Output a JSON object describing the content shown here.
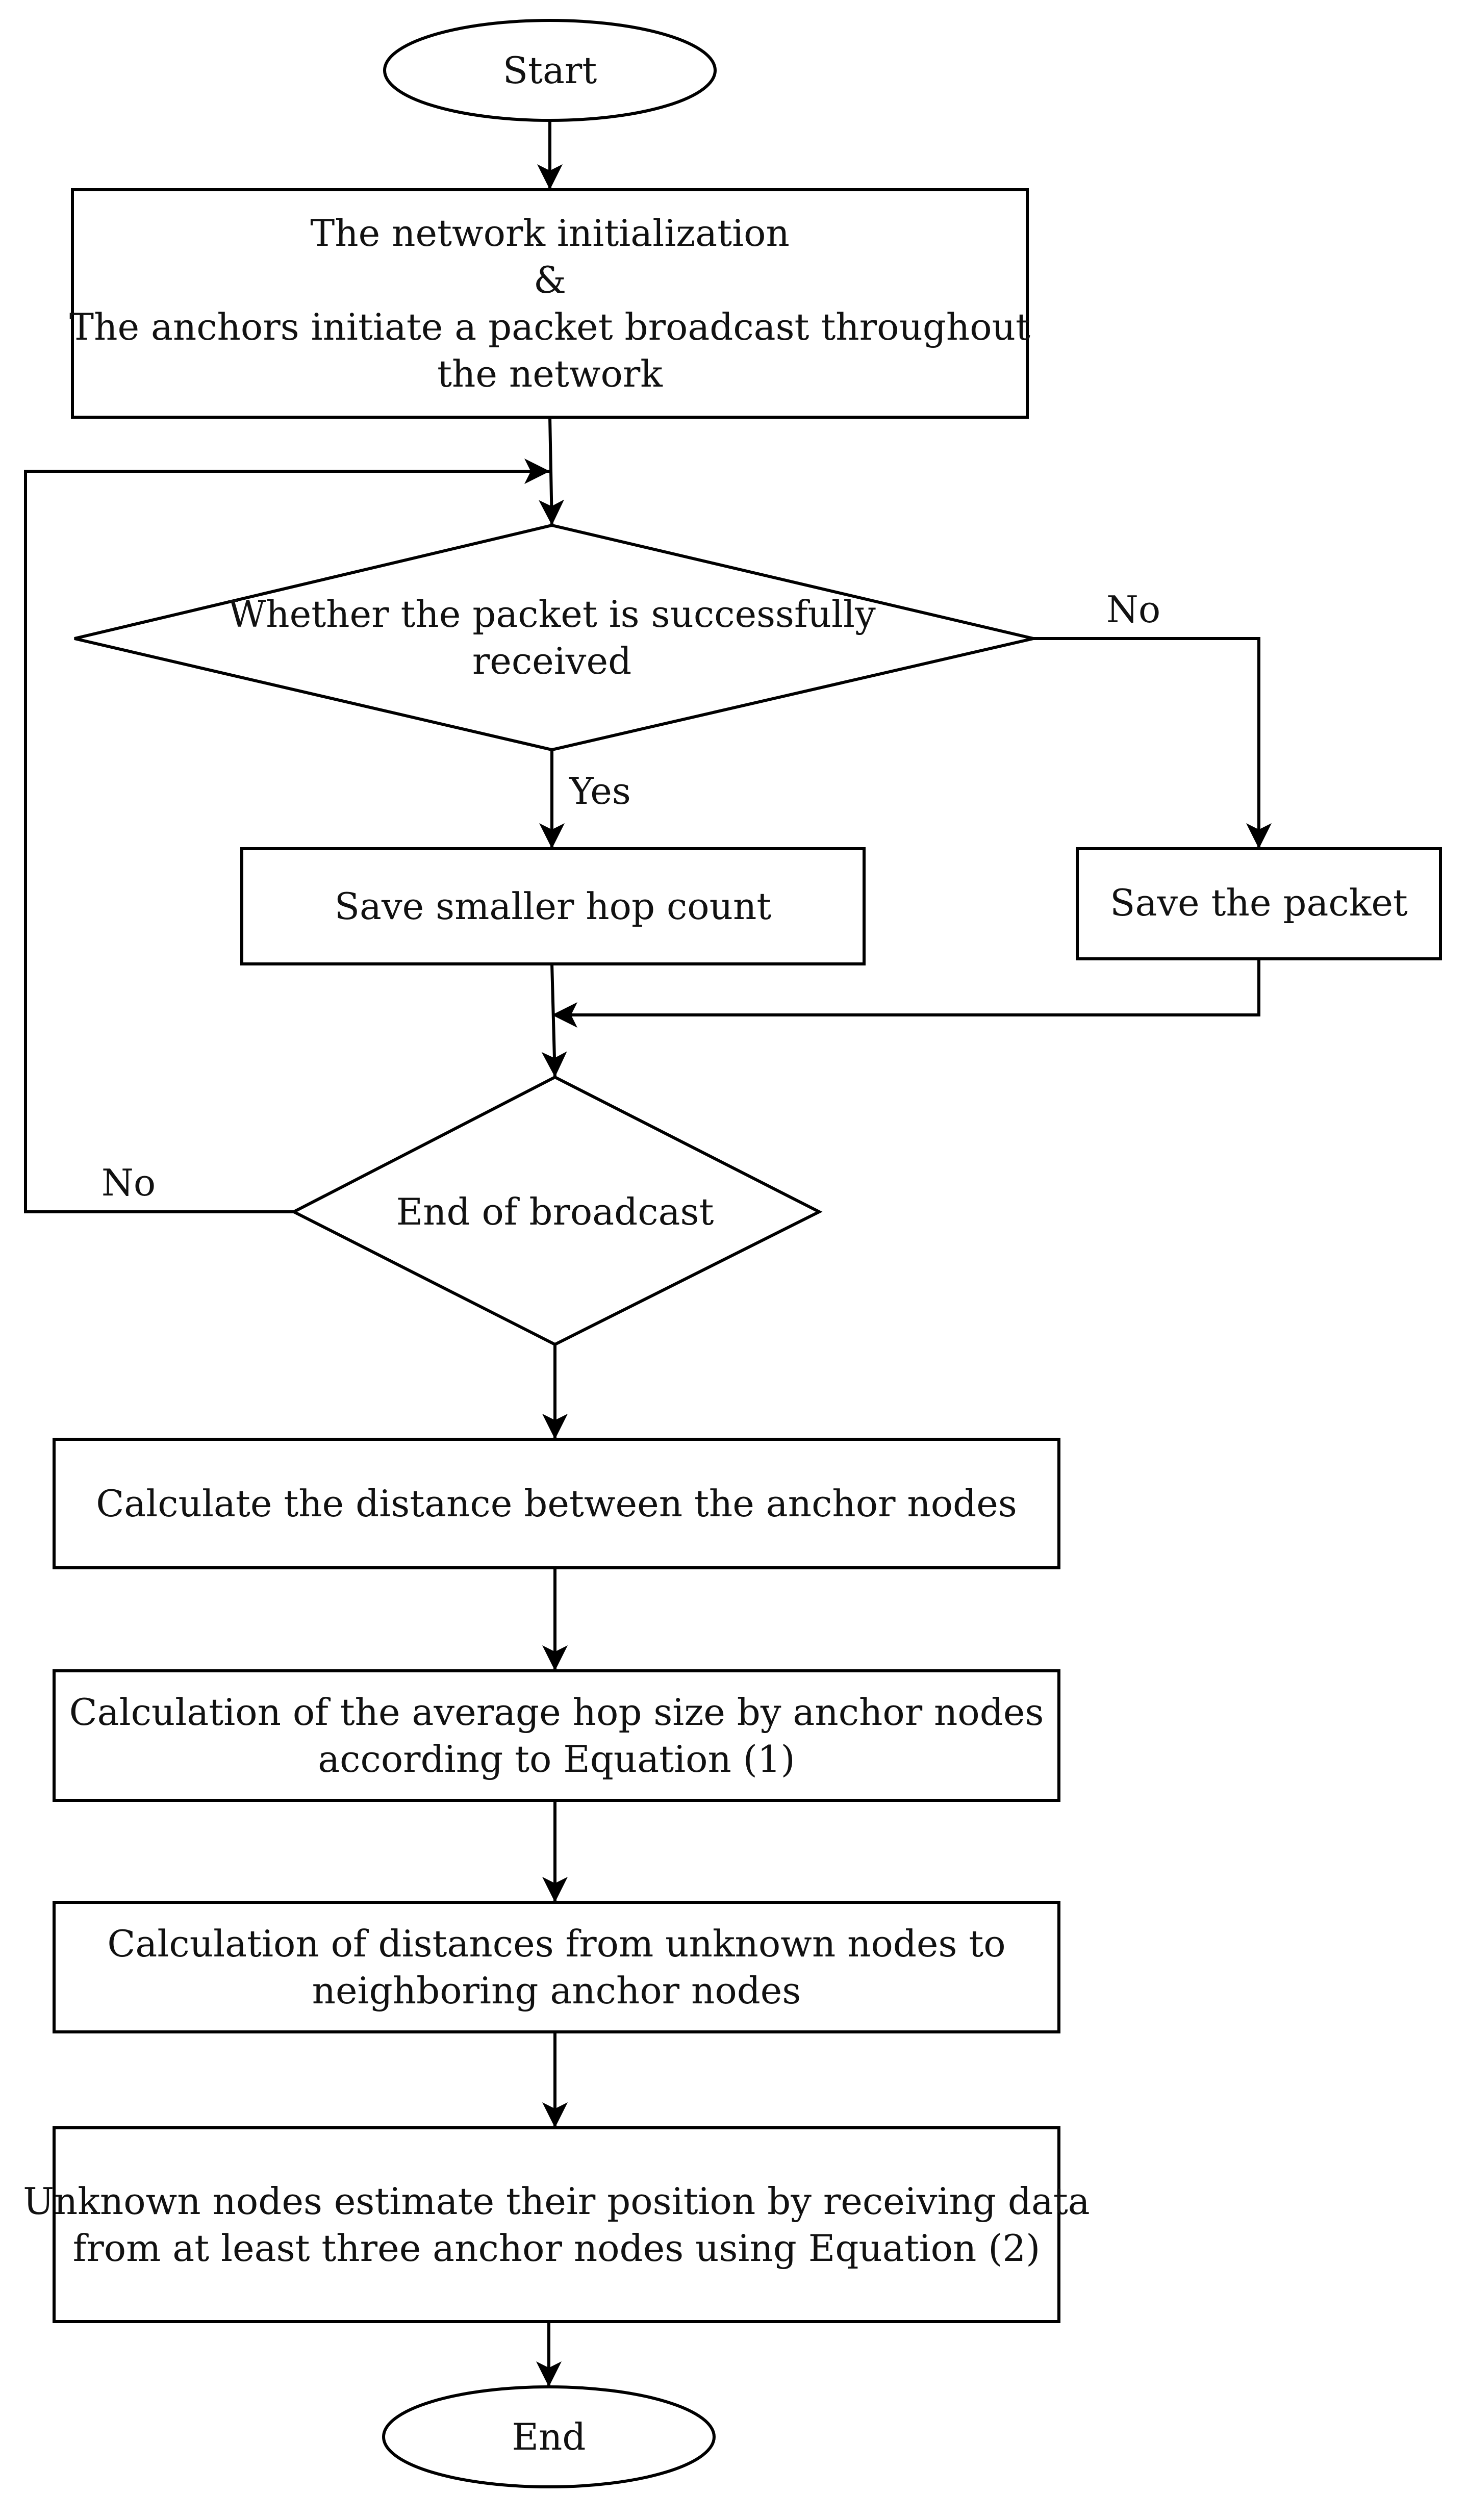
{
  "nodes": {
    "start": {
      "lines": [
        "Start"
      ]
    },
    "init": {
      "lines": [
        "The network initialization",
        "&",
        "The anchors initiate a packet broadcast throughout",
        "the network"
      ]
    },
    "received": {
      "lines": [
        "Whether the packet is successfully",
        "received"
      ]
    },
    "save_hop": {
      "lines": [
        "Save smaller hop count"
      ]
    },
    "save_packet": {
      "lines": [
        "Save the packet"
      ]
    },
    "end_broadcast": {
      "lines": [
        "End of broadcast"
      ]
    },
    "calc_distance": {
      "lines": [
        "Calculate the distance between the anchor nodes"
      ]
    },
    "calc_hop_size": {
      "lines": [
        "Calculation of the average hop size by anchor nodes",
        "according to Equation (1)"
      ]
    },
    "calc_unknown": {
      "lines": [
        "Calculation of distances from unknown nodes to",
        "neighboring anchor nodes"
      ]
    },
    "estimate": {
      "lines": [
        "Unknown nodes estimate their position by receiving data",
        "from at least three anchor nodes using Equation (2)"
      ]
    },
    "end": {
      "lines": [
        "End"
      ]
    }
  },
  "edge_labels": {
    "received_no": "No",
    "received_yes": "Yes",
    "broadcast_no": "No"
  }
}
